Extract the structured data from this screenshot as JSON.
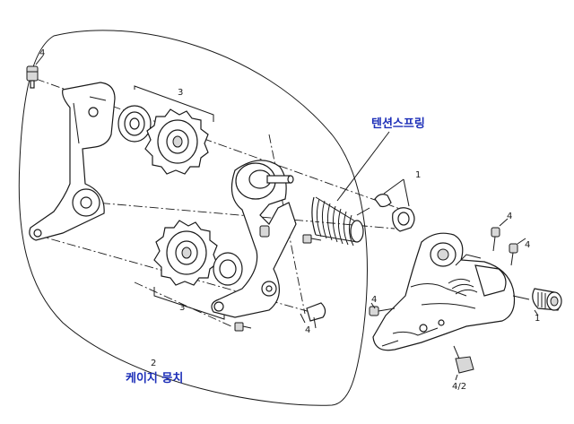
{
  "diagram": {
    "callouts": {
      "pulley_set_top": "3",
      "pulley_set_bottom": "3",
      "bolt_cage_top": "4",
      "bolt_cage_bottom": "4",
      "bolt_body_left": "4",
      "bolt_body_right_a": "4",
      "bolt_body_right_b": "4",
      "bolt_body_bottom": "4/2",
      "retainer_clip": "1",
      "end_cap": "1",
      "cage_assembly_number": "2"
    },
    "labels": {
      "tension_spring": "텐션스프링",
      "cage_assembly": "케이지 뭉치"
    },
    "colors": {
      "line": "#1a1a1a",
      "label_blue": "#1d2fb8",
      "background": "#ffffff"
    }
  }
}
